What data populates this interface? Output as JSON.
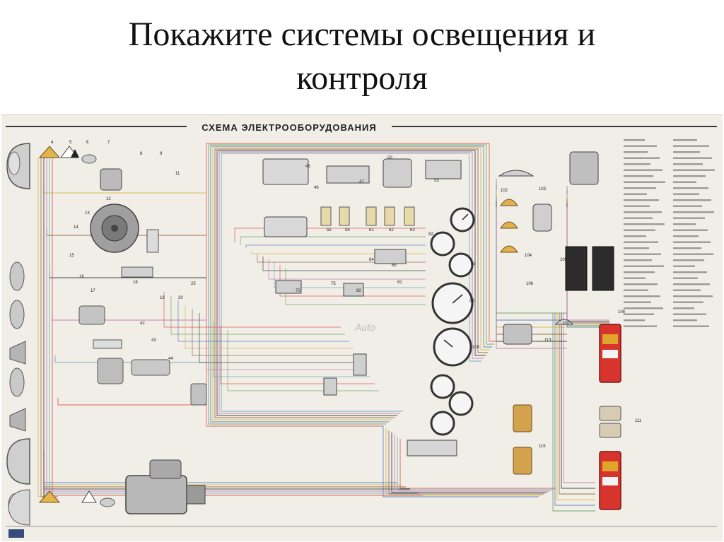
{
  "slide": {
    "title_line1": "Покажите системы освещения и",
    "title_line2": "контроля"
  },
  "poster": {
    "heading": "СХЕМА ЭЛЕКТРООБОРУДОВАНИЯ",
    "watermark": "Auto",
    "colors": {
      "background": "#f1eee7",
      "wire_red": "#d9463b",
      "wire_green": "#5a9b54",
      "wire_blue": "#4a74b8",
      "wire_yellow": "#d6b43a",
      "wire_brown": "#8a5a34",
      "wire_black": "#2a2a2a",
      "lamp_red": "#d7342d",
      "lamp_amber": "#e2a52b",
      "metal": "#b9b9b9"
    },
    "component_numbers": [
      "4",
      "5",
      "6",
      "7",
      "8",
      "9",
      "11",
      "12",
      "13",
      "14",
      "15",
      "16",
      "17",
      "18",
      "19",
      "20",
      "25",
      "42",
      "43",
      "44",
      "45",
      "46",
      "47",
      "50",
      "53",
      "55",
      "58",
      "61",
      "62",
      "63",
      "64",
      "65",
      "70",
      "75",
      "80",
      "81",
      "82",
      "88",
      "89",
      "100",
      "102",
      "103",
      "104",
      "105",
      "106",
      "107",
      "108",
      "111",
      "113",
      "115"
    ],
    "legend_lines": 64
  }
}
